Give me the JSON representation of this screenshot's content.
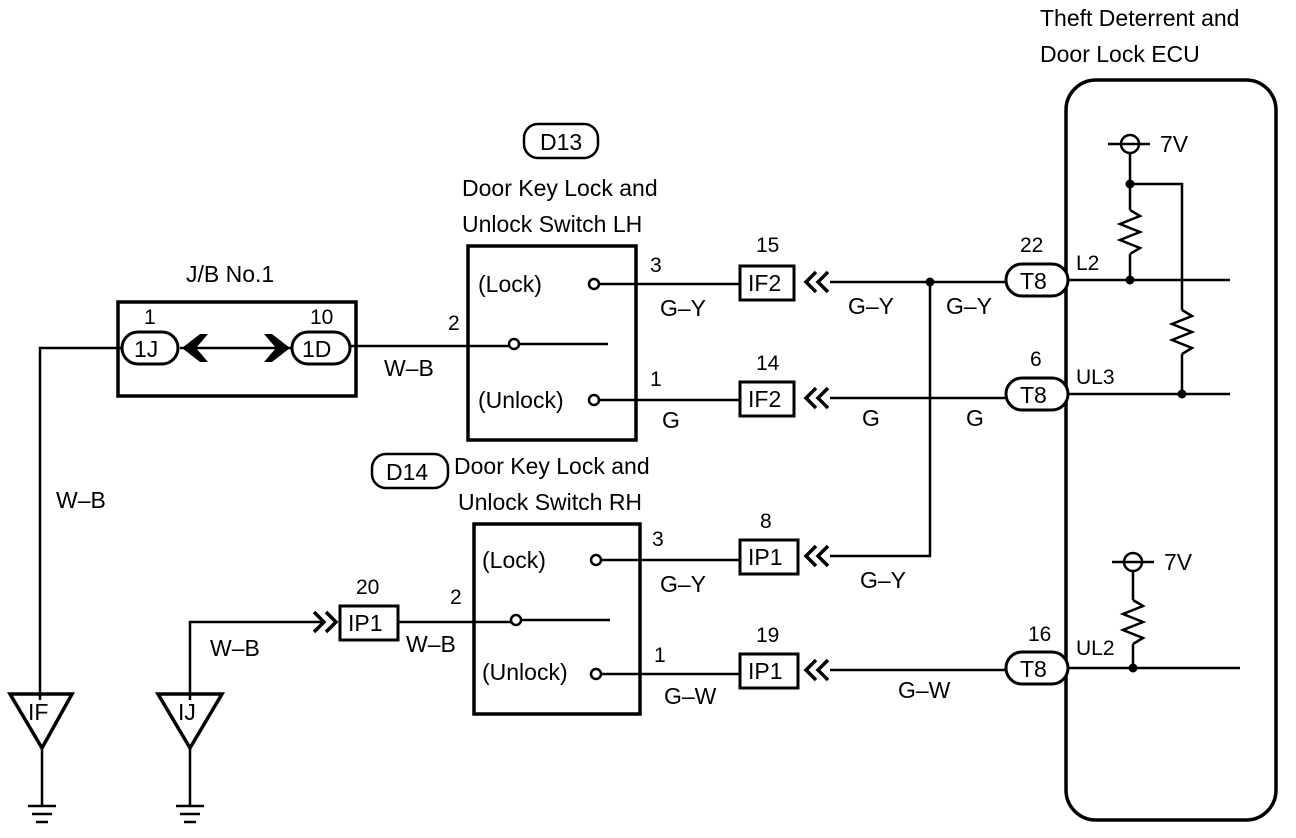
{
  "ecu": {
    "title_line1": "Theft Deterrent and",
    "title_line2": "Door Lock ECU",
    "v_top": "7V",
    "v_bottom": "7V"
  },
  "jb": {
    "title": "J/B No.1",
    "pin_left": "1",
    "pin_right": "10",
    "conn_left": "1J",
    "conn_right": "1D"
  },
  "d13": {
    "code": "D13",
    "name_line1": "Door Key Lock and",
    "name_line2": "Unlock Switch LH",
    "lock": "(Lock)",
    "unlock": "(Unlock)",
    "pin_lock": "3",
    "pin_common": "2",
    "pin_unlock": "1"
  },
  "d14": {
    "code": "D14",
    "name_line1": "Door Key Lock and",
    "name_line2": "Unlock Switch RH",
    "lock": "(Lock)",
    "unlock": "(Unlock)",
    "pin_lock": "3",
    "pin_common": "2",
    "pin_unlock": "1"
  },
  "connectors": {
    "if2_top": {
      "code": "IF2",
      "pin": "15"
    },
    "if2_bot": {
      "code": "IF2",
      "pin": "14"
    },
    "ip1_a": {
      "code": "IP1",
      "pin": "8"
    },
    "ip1_b": {
      "code": "IP1",
      "pin": "19"
    },
    "ip1_c": {
      "code": "IP1",
      "pin": "20"
    },
    "t8_a": {
      "code": "T8",
      "pin": "22",
      "signal": "L2"
    },
    "t8_b": {
      "code": "T8",
      "pin": "6",
      "signal": "UL3"
    },
    "t8_c": {
      "code": "T8",
      "pin": "16",
      "signal": "UL2"
    }
  },
  "wires": {
    "gy": "G–Y",
    "g": "G",
    "gw": "G–W",
    "wb": "W–B"
  },
  "grounds": {
    "left": "IF",
    "right": "IJ"
  }
}
